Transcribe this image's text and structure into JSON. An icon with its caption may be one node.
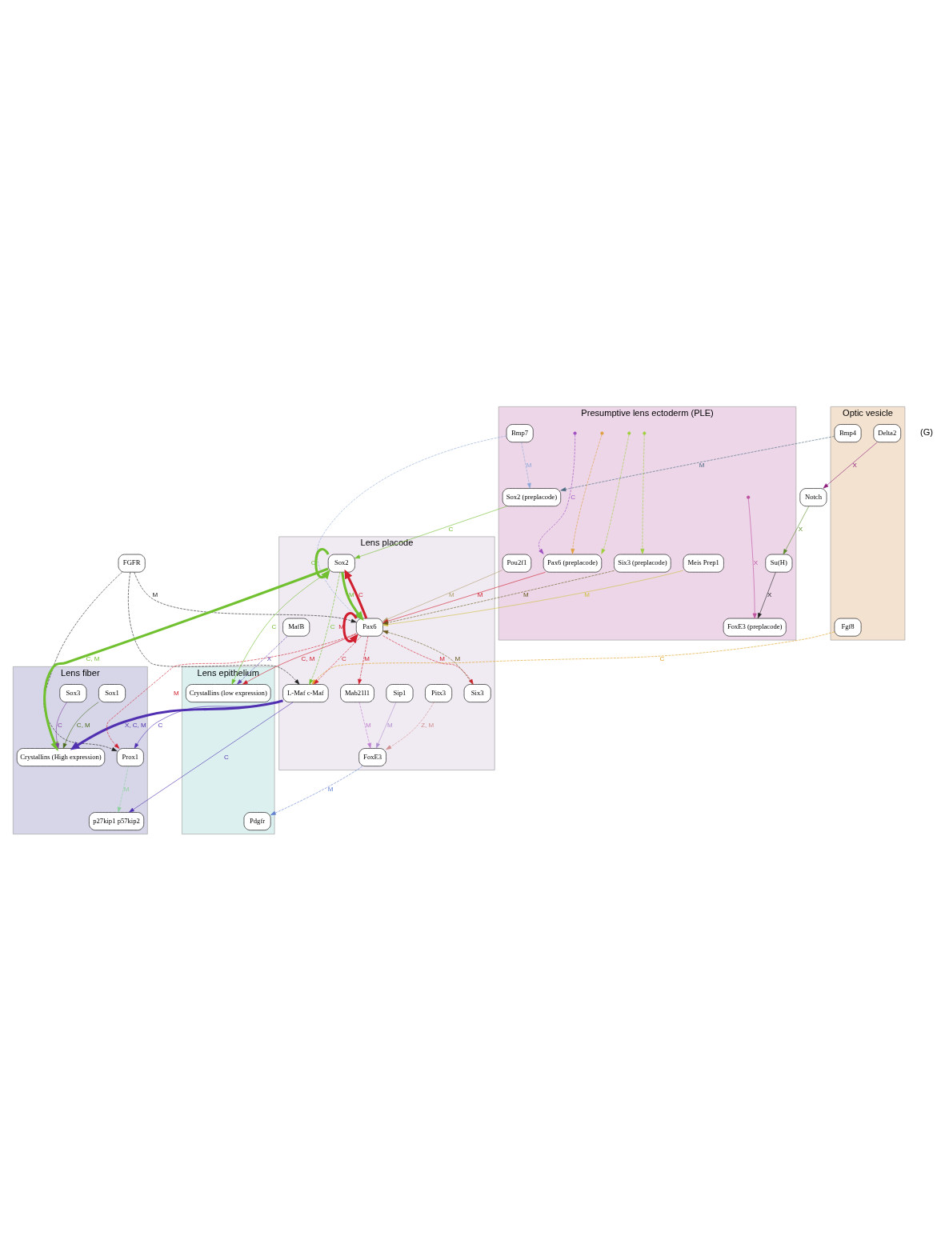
{
  "diagram": {
    "nodes": [
      {
        "text": [
          "Optic vesicle"
        ]
      },
      {
        "text": [
          "Delta2"
        ],
        "in": 0
      },
      {
        "text": [
          "Bmp4"
        ],
        "in": 0
      },
      {
        "text": [
          "Fgf8"
        ],
        "in": 0
      },
      {
        "text": [
          "Notch"
        ]
      },
      {
        "text": [
          "FGFR"
        ]
      },
      {
        "text": [
          "Presumptive lens ectoderm (PLE)"
        ]
      },
      {
        "text": [
          "Bmp7"
        ],
        "in": 6
      },
      {
        "text": [
          "Sox2 (preplacode)"
        ],
        "in": 6
      },
      {
        "text": [
          "Meis Prep1"
        ],
        "in": 6
      },
      {
        "text": [
          "Pou2f1"
        ],
        "in": 6
      },
      {
        "text": [
          "Pax6 (preplacode)"
        ],
        "in": 6
      },
      {
        "text": [
          "Six3 (preplacode)"
        ],
        "in": 6
      },
      {
        "text": [
          "Su(H)"
        ],
        "in": 6
      },
      {
        "text": [
          "FoxE3 (preplacode)"
        ],
        "in": 6
      },
      {
        "text": [
          "Lens placode"
        ]
      },
      {
        "text": [
          "Sox2"
        ],
        "in": 15
      },
      {
        "text": [
          "L-Maf c-Maf"
        ],
        "in": 15
      },
      {
        "text": [
          "Pax6"
        ],
        "in": 15
      },
      {
        "text": [
          "Six3"
        ],
        "in": 15
      },
      {
        "text": [
          "MafB"
        ],
        "in": 15
      },
      {
        "text": [
          "Mab21l1"
        ],
        "in": 15
      },
      {
        "text": [
          "Pitx3"
        ],
        "in": 15
      },
      {
        "text": [
          "Sip1"
        ],
        "in": 15
      },
      {
        "text": [
          "FoxE3"
        ],
        "in": 15
      },
      {
        "text": [
          "Lens fiber"
        ]
      },
      {
        "text": [
          "Sox1"
        ],
        "in": 25
      },
      {
        "text": [
          "Sox3"
        ],
        "in": 25
      },
      {
        "text": [
          "Crystallins (High expression)"
        ],
        "in": 25
      },
      {
        "text": [
          "Prox1"
        ],
        "in": 25
      },
      {
        "text": [
          "p27kip1 p57kip2"
        ],
        "in": 25
      },
      {
        "text": [
          "Lens epithelium"
        ]
      },
      {
        "text": [
          "Crystallins (low expression)"
        ],
        "in": 31
      },
      {
        "text": [
          "Pdgfr"
        ],
        "in": 31
      }
    ],
    "edges": [
      {
        "from": 1,
        "to": 4,
        "arrow": "to",
        "label": "X",
        "color": "#8b1a7a"
      },
      {
        "from": 4,
        "to": 13,
        "arrow": "to",
        "label": "X",
        "color": "#5a8a2a"
      },
      {
        "from": 13,
        "to": 14,
        "arrow": "to",
        "label": "X",
        "color": "#222222"
      },
      {
        "from": null,
        "to": 14,
        "arrow": "to",
        "label": "X",
        "color": "#c050a0"
      },
      {
        "from": 2,
        "to": 8,
        "arrow": "to",
        "label": "M",
        "style": "dashed",
        "color": "#4a6a80"
      },
      {
        "from": 3,
        "to": 17,
        "arrow": "to",
        "label": "C",
        "style": "dashed",
        "color": "#e0a020"
      },
      {
        "from": 5,
        "to": 18,
        "arrow": "to",
        "label": "M",
        "style": "dashed",
        "color": "#222222"
      },
      {
        "from": 5,
        "to": 17,
        "arrow": "to",
        "style": "dashed",
        "color": "#222222"
      },
      {
        "from": 5,
        "to": 29,
        "arrow": "to",
        "style": "dashed",
        "color": "#222222"
      },
      {
        "from": 7,
        "to": 8,
        "arrow": "to",
        "label": "M",
        "style": "dashed",
        "color": "#90a8d8"
      },
      {
        "from": 7,
        "to": 18,
        "arrow": "to",
        "style": "dashed",
        "color": "#90a8d8"
      },
      {
        "from": 8,
        "to": 16,
        "arrow": "to",
        "label": "C",
        "color": "#70c030"
      },
      {
        "from": 18,
        "to": 16,
        "arrow": "to",
        "label": "C",
        "style": "thick",
        "color": "#d02030"
      },
      {
        "from": 16,
        "to": 16,
        "arrow": "to",
        "label": "C",
        "style": "thick",
        "color": "#70c030"
      },
      {
        "from": 16,
        "to": 28,
        "arrow": "to",
        "label": "C, M",
        "style": "thick",
        "color": "#70c030"
      },
      {
        "from": 16,
        "to": 17,
        "arrow": "to",
        "label": "C",
        "style": "dashed",
        "color": "#70c030"
      },
      {
        "from": 18,
        "to": 17,
        "arrow": "to",
        "label": "C",
        "style": "dashed",
        "color": "#d02030"
      },
      {
        "from": 16,
        "to": 18,
        "arrow": "to",
        "label": "M",
        "style": "thick",
        "color": "#70c030"
      },
      {
        "from": 16,
        "to": 32,
        "arrow": "to",
        "label": "C",
        "color": "#70c030"
      },
      {
        "from": 9,
        "to": 18,
        "arrow": "to",
        "label": "M",
        "color": "#d0c040"
      },
      {
        "from": 10,
        "to": 18,
        "arrow": "to",
        "label": "M",
        "color": "#b0a070"
      },
      {
        "from": 11,
        "to": 18,
        "arrow": "to",
        "label": "M",
        "color": "#d02030"
      },
      {
        "from": 18,
        "to": 18,
        "arrow": "to",
        "label": "M",
        "style": "thick",
        "color": "#d02030"
      },
      {
        "from": 18,
        "to": 19,
        "arrow": "to",
        "label": "M",
        "style": "dashed",
        "color": "#d02030"
      },
      {
        "from": 18,
        "to": 21,
        "arrow": "to",
        "label": "M",
        "style": "dashed",
        "color": "#d02030"
      },
      {
        "from": 18,
        "to": 32,
        "arrow": "to",
        "label": "C, M",
        "color": "#d02030"
      },
      {
        "from": 18,
        "to": 29,
        "arrow": "to",
        "label": "M",
        "style": "dashed",
        "color": "#d02030"
      },
      {
        "from": 12,
        "to": 18,
        "arrow": "to",
        "label": "M",
        "style": "dashed",
        "color": "#6b5a1e"
      },
      {
        "from": 19,
        "to": 18,
        "arrow": "to",
        "label": "M",
        "style": "dashed",
        "color": "#6b5a1e"
      },
      {
        "from": null,
        "to": 11,
        "arrow": "to",
        "label": "C",
        "style": "dashed",
        "color": "#a050c0"
      },
      {
        "from": null,
        "to": 11,
        "arrow": "to",
        "style": "dashed",
        "color": "#e0a040"
      },
      {
        "from": null,
        "to": 11,
        "arrow": "to",
        "style": "dashed",
        "color": "#a0d040"
      },
      {
        "from": null,
        "to": 12,
        "arrow": "to",
        "style": "dashed",
        "color": "#a0d040"
      },
      {
        "from": 26,
        "to": 28,
        "arrow": "to",
        "label": "C, M",
        "color": "#4a6a1a"
      },
      {
        "from": 27,
        "to": 28,
        "arrow": "to",
        "label": "C",
        "color": "#8040a0"
      },
      {
        "from": 17,
        "to": 28,
        "arrow": "to",
        "label": "X, C, M",
        "style": "thick",
        "color": "#5030b0"
      },
      {
        "from": 17,
        "to": 30,
        "arrow": "to",
        "label": "C",
        "color": "#5030b0"
      },
      {
        "from": 17,
        "to": 29,
        "arrow": "to",
        "label": "C",
        "color": "#5030b0"
      },
      {
        "from": 29,
        "to": 30,
        "arrow": "to",
        "label": "M",
        "style": "dashed",
        "color": "#90d0a0"
      },
      {
        "from": 20,
        "to": 32,
        "arrow": "to",
        "label": "X",
        "style": "dashed",
        "color": "#6040b0"
      },
      {
        "from": 21,
        "to": 24,
        "arrow": "to",
        "label": "M",
        "style": "dashed",
        "color": "#c080d0"
      },
      {
        "from": 22,
        "to": 24,
        "arrow": "to",
        "label": "Z, M",
        "style": "dashed",
        "color": "#d09090"
      },
      {
        "from": 23,
        "to": 24,
        "arrow": "to",
        "label": "M",
        "color": "#b090d0"
      },
      {
        "from": 24,
        "to": 33,
        "arrow": "to",
        "label": "M",
        "style": "dashed",
        "color": "#6080d0"
      }
    ],
    "labels": [
      "(G)"
    ]
  }
}
